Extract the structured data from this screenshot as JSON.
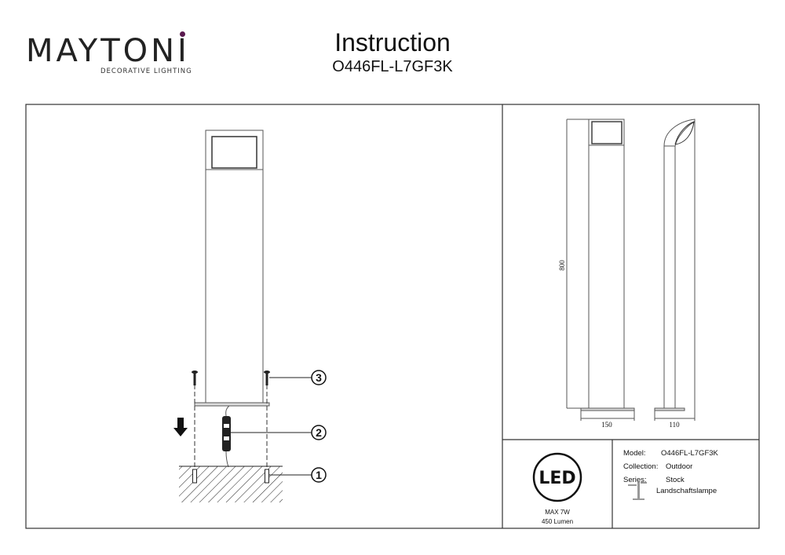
{
  "header": {
    "brand": "MAYTONI",
    "brand_tagline": "DECORATIVE LIGHTING",
    "title": "Instruction",
    "model_code": "O446FL-L7GF3K",
    "brand_accent": "#5a1a4f"
  },
  "installation": {
    "callouts": [
      "1",
      "2",
      "3"
    ]
  },
  "dimensions": {
    "height": "800",
    "width_front": "150",
    "width_side": "110"
  },
  "specs": {
    "led_badge": "LED",
    "power": "MAX 7W",
    "lumen": "450 Lumen"
  },
  "info": {
    "model_label": "Model:",
    "model_value": "O446FL-L7GF3K",
    "collection_label": "Collection:",
    "collection_value": "Outdoor",
    "series_label": "Series:",
    "series_value": "Stock",
    "type_value": "Landschaftslampe"
  }
}
